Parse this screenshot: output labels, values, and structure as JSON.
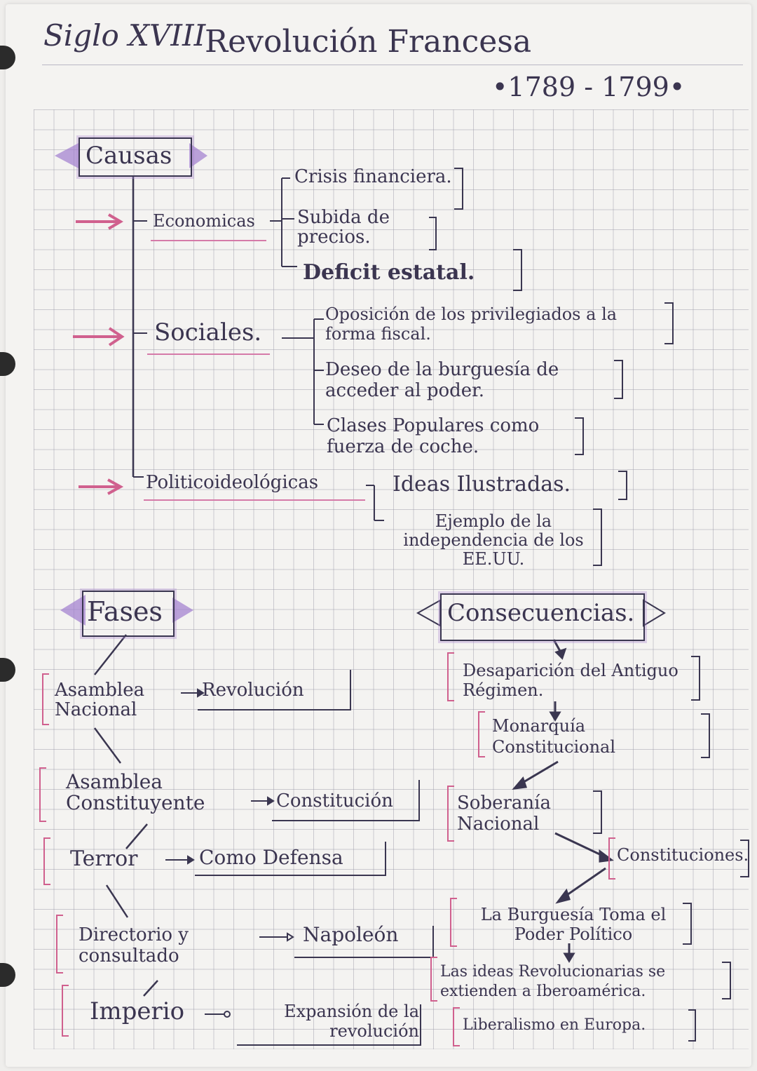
{
  "header": {
    "century": "Siglo XVIII",
    "title": "Revolución Francesa",
    "dates": "•1789 - 1799•"
  },
  "causas": {
    "heading": "Causas",
    "economicas": {
      "label": "Economicas",
      "items": [
        "Crisis financiera.",
        "Subida de precios.",
        "Deficit estatal."
      ]
    },
    "sociales": {
      "label": "Sociales.",
      "items": [
        "Oposición de los privilegiados a la forma fiscal.",
        "Deseo de la burguesía de acceder al poder.",
        "Clases Populares como fuerza de coche."
      ]
    },
    "politico": {
      "label": "Politicoideológicas",
      "items": [
        "Ideas Ilustradas.",
        "Ejemplo de la independencia de los EE.UU."
      ]
    }
  },
  "fases": {
    "heading": "Fases",
    "items": [
      {
        "phase": "Asamblea Nacional",
        "result": "Revolución"
      },
      {
        "phase": "Asamblea Constituyente",
        "result": "Constitución"
      },
      {
        "phase": "Terror",
        "result": "Como Defensa"
      },
      {
        "phase": "Directorio y consultado",
        "result": "Napoleón"
      },
      {
        "phase": "Imperio",
        "result": "Expansión de la revolución"
      }
    ]
  },
  "consecuencias": {
    "heading": "Consecuencias.",
    "items": [
      "Desaparición del Antiguo Régimen.",
      "Monarquía Constitucional",
      "Soberanía Nacional",
      "Constituciones.",
      "La Burguesía Toma el Poder Político",
      "Las ideas Revolucionarias se extienden a Iberoamérica.",
      "Liberalismo en Europa."
    ]
  },
  "colors": {
    "ink": "#3a3650",
    "accent_pink": "#d0608e",
    "accent_purple": "#a07ccf"
  }
}
